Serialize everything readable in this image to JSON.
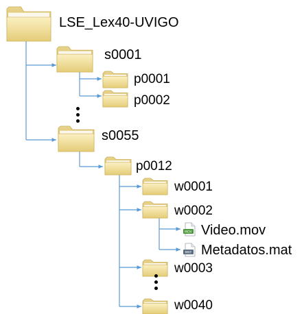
{
  "tree": {
    "root": {
      "label": "LSE_Lex40-UVIGO",
      "icon": "folder-icon"
    },
    "sessions": [
      {
        "label": "s0001",
        "icon": "folder-icon",
        "children": [
          {
            "label": "p0001",
            "icon": "folder-icon"
          },
          {
            "label": "p0002",
            "icon": "folder-icon"
          }
        ]
      },
      {
        "label": "s0055",
        "icon": "folder-icon",
        "children": [
          {
            "label": "p0012",
            "icon": "folder-icon",
            "children": [
              {
                "label": "w0001",
                "icon": "folder-icon"
              },
              {
                "label": "w0002",
                "icon": "folder-icon",
                "files": [
                  {
                    "label": "Video.mov",
                    "icon": "mov-file-icon",
                    "badge": "MOV"
                  },
                  {
                    "label": "Metadatos.mat",
                    "icon": "mat-file-icon",
                    "badge": "MAT"
                  }
                ]
              },
              {
                "label": "w0003",
                "icon": "folder-icon"
              },
              {
                "label": "w0040",
                "icon": "folder-icon"
              }
            ]
          }
        ]
      }
    ]
  },
  "colors": {
    "connector": "#5b9bd5",
    "folder_light": "#f6e7a8",
    "folder_mid": "#ead58a",
    "folder_dark": "#c9ad55",
    "mov_badge": "#4a9a3a",
    "mat_badge": "#5b6d80"
  }
}
